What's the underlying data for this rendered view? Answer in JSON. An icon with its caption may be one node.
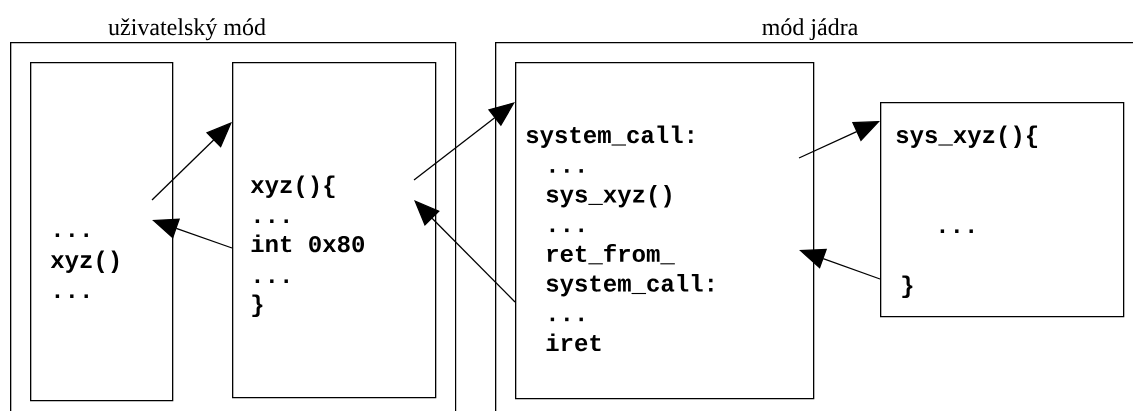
{
  "diagram": {
    "nodes": [
      {
        "text": [
          "uživatelský mód"
        ]
      },
      {
        "text": [
          "...",
          "xyz()",
          "..."
        ],
        "in": 0
      },
      {
        "text": [
          "xyz(){",
          "...",
          "int 0x80",
          "...",
          "}"
        ],
        "in": 0
      },
      {
        "text": [
          "mód jádra"
        ]
      },
      {
        "text": [
          "system_call:",
          "...",
          "sys_xyz()",
          "...",
          "ret_from_",
          "system_call:",
          "...",
          "iret"
        ],
        "in": 3
      },
      {
        "text": [
          "sys_xyz(){",
          "...",
          "}"
        ],
        "in": 3
      }
    ],
    "edges": [
      {
        "from": 1,
        "to": 2,
        "arrow": "to"
      },
      {
        "from": 2,
        "to": 1,
        "arrow": "to"
      },
      {
        "from": 2,
        "to": 4,
        "arrow": "to"
      },
      {
        "from": 4,
        "to": 2,
        "arrow": "to"
      },
      {
        "from": 4,
        "to": 5,
        "arrow": "to"
      },
      {
        "from": 5,
        "to": 4,
        "arrow": "to"
      }
    ]
  }
}
